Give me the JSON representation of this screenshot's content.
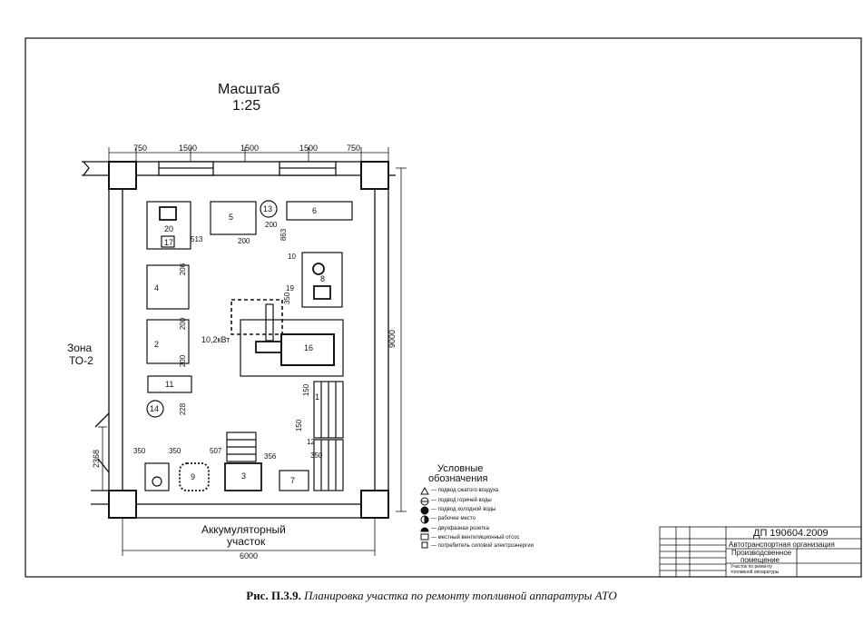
{
  "scale": {
    "title": "Масштаб",
    "value": "1:25"
  },
  "dimensions": {
    "top": [
      "750",
      "1500",
      "1500",
      "1500",
      "750"
    ],
    "right": "9000",
    "bottom": "6000",
    "left": "2368",
    "inner": [
      "513",
      "200",
      "863",
      "200",
      "206",
      "200",
      "200",
      "228",
      "10",
      "19",
      "350",
      "150",
      "150",
      "12",
      "350",
      "350",
      "507",
      "356",
      "350"
    ],
    "power": "10,2кВт"
  },
  "zones": {
    "left": "Зона\nТО-2",
    "left_line1": "Зона",
    "left_line2": "ТО-2",
    "bottom_line1": "Аккумуляторный",
    "bottom_line2": "участок"
  },
  "equipment": [
    "1",
    "2",
    "3",
    "4",
    "5",
    "6",
    "7",
    "8",
    "9",
    "10",
    "11",
    "13",
    "14",
    "16",
    "17",
    "20"
  ],
  "legend": {
    "title_line1": "Условные",
    "title_line2": "обозначения",
    "items": [
      {
        "icon": "triangle-icon",
        "text": "— подвод сжатого воздуха"
      },
      {
        "icon": "hot-water-icon",
        "text": "— подвод горячей воды"
      },
      {
        "icon": "cold-water-icon",
        "text": "— подвод холодной воды"
      },
      {
        "icon": "workplace-icon",
        "text": "— рабочее место"
      },
      {
        "icon": "outlet-icon",
        "text": "— двухфазная розетка"
      },
      {
        "icon": "exhaust-icon",
        "text": "— местный вентиляционный отсос"
      },
      {
        "icon": "power-consumer-icon",
        "text": "— потребитель силовой электроэнергии"
      }
    ]
  },
  "title_block": {
    "code": "ДП 190604.2009",
    "org": "Автотранспортная организация",
    "type_line1": "Производсвенное",
    "type_line2": "помещение",
    "name_line1": "Участок по ремонту",
    "name_line2": "топливной аппаратуры"
  },
  "caption": {
    "number": "Рис. П.3.9.",
    "text": "Планировка участка по ремонту топливной аппаратуры АТО"
  }
}
